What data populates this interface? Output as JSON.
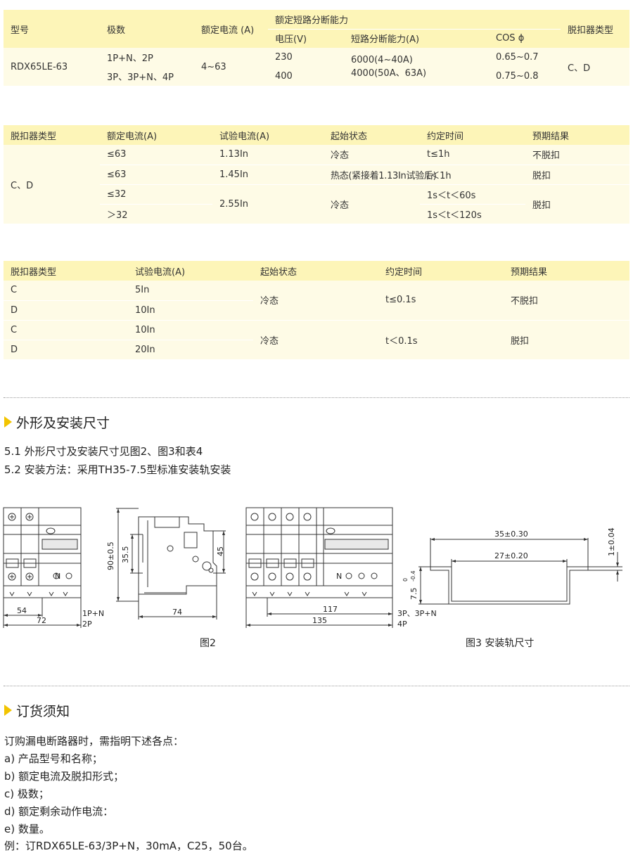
{
  "table1": {
    "h_model": "型号",
    "h_poles": "极数",
    "h_rated": "额定电流 (A)",
    "h_breaking": "额定短路分断能力",
    "h_release": "脱扣器类型",
    "h_voltage": "电压(V)",
    "h_capacity": "短路分断能力(A)",
    "h_cos": "COS ϕ",
    "model": "RDX65LE-63",
    "poles1": "1P+N、2P",
    "poles2": "3P、3P+N、4P",
    "rated": "4~63",
    "v1": "230",
    "v2": "400",
    "cap1": "6000(4~40A)",
    "cap2": "4000(50A、63A)",
    "cos1": "0.65~0.7",
    "cos2": "0.75~0.8",
    "release": "C、D"
  },
  "table2": {
    "headers": [
      "脱扣器类型",
      "额定电流(A)",
      "试验电流(A)",
      "起始状态",
      "约定时间",
      "预期结果"
    ],
    "release": "C、D",
    "r1": [
      "≤63",
      "1.13In",
      "冷态",
      "t≤1h",
      "不脱扣"
    ],
    "r2": [
      "≤63",
      "1.45In",
      "热态(紧接着1.13In试验后)",
      "t＜1h",
      "脱扣"
    ],
    "r3_current": "≤32",
    "r4_current": "＞32",
    "r34_test": "2.55In",
    "r34_state": "冷态",
    "r3_time": "1s＜t＜60s",
    "r4_time": "1s＜t＜120s",
    "r34_result": "脱扣"
  },
  "table3": {
    "headers": [
      "脱扣器类型",
      "试验电流(A)",
      "起始状态",
      "约定时间",
      "预期结果"
    ],
    "rows": [
      [
        "C",
        "5In"
      ],
      [
        "D",
        "10In"
      ],
      [
        "C",
        "10In"
      ],
      [
        "D",
        "20In"
      ]
    ],
    "g1_state": "冷态",
    "g1_time": "t≤0.1s",
    "g1_result": "不脱扣",
    "g2_state": "冷态",
    "g2_time": "t＜0.1s",
    "g2_result": "脱扣"
  },
  "section5": {
    "title": "外形及安装尺寸",
    "line1": "5.1 外形尺寸及安装尺寸见图2、图3和表4",
    "line2": "5.2 安装方法：采用TH35-7.5型标准安装轨安装"
  },
  "figure": {
    "d54": "54",
    "d72": "72",
    "lbl_2p_a": "1P+N",
    "lbl_2p_b": "2P",
    "d90": "90±0.5",
    "d35": "35.5",
    "d45": "45",
    "d74": "74",
    "d117": "117",
    "d135": "135",
    "lbl_4p_a": "3P、3P+N",
    "lbl_4p_b": "4P",
    "rail_w1": "35±0.30",
    "rail_w2": "27±0.20",
    "rail_h": "7.5",
    "rail_h_tol_top": "0",
    "rail_h_tol_bot": "-0.4",
    "rail_t": "1±0.04",
    "mark_n": "N",
    "caption2": "图2",
    "caption3": "图3 安装轨尺寸"
  },
  "section6": {
    "title": "订货须知",
    "lines": [
      "订购漏电断路器时，需指明下述各点：",
      "a) 产品型号和名称；",
      "b) 额定电流及脱扣形式；",
      "c) 极数；",
      "d) 额定剩余动作电流：",
      "e) 数量。",
      "例：订RDX65LE-63/3P+N，30mA，C25，50台。"
    ]
  },
  "colors": {
    "header_bg": "#fdf5b8",
    "body_bg": "#fefbe6",
    "accent": "#f2c400"
  }
}
